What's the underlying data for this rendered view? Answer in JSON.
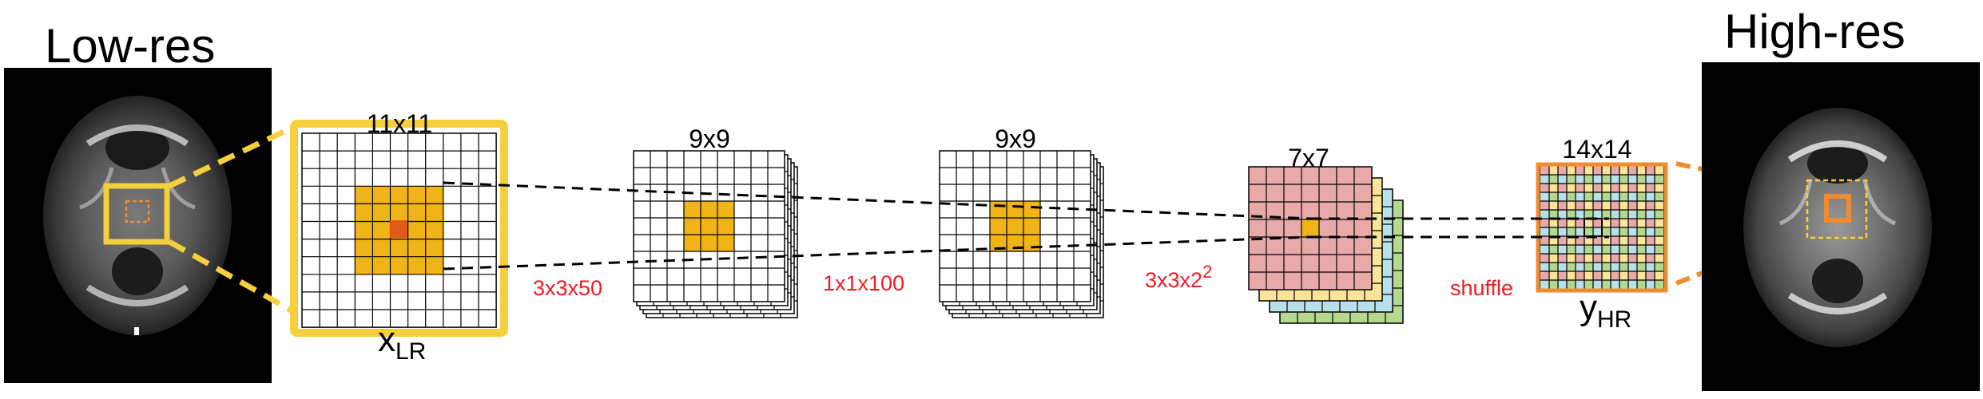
{
  "titles": {
    "low_res": "Low-res",
    "high_res": "High-res"
  },
  "grids": {
    "input": "11x11",
    "layer1": "9x9",
    "layer2": "9x9",
    "layer3": "7x7",
    "output": "14x14"
  },
  "ops": {
    "conv1": "3x3x50",
    "conv2": "1x1x100",
    "conv3_base": "3x3x2",
    "conv3_sup": "2",
    "shuffle": "shuffle"
  },
  "symbols": {
    "x_main": "x",
    "x_sub": "LR",
    "y_main": "y",
    "y_sub": "HR"
  },
  "colors": {
    "yellow_frame": "#f5cf3c",
    "receptive_field": "#f0b418",
    "center_dot": "#e05a1c",
    "orange_frame": "#f08c30",
    "text_red": "#ee1c25",
    "channel_colors": [
      "#e8a9a9",
      "#f9e49a",
      "#b8e0ea",
      "#b4d98e"
    ]
  }
}
